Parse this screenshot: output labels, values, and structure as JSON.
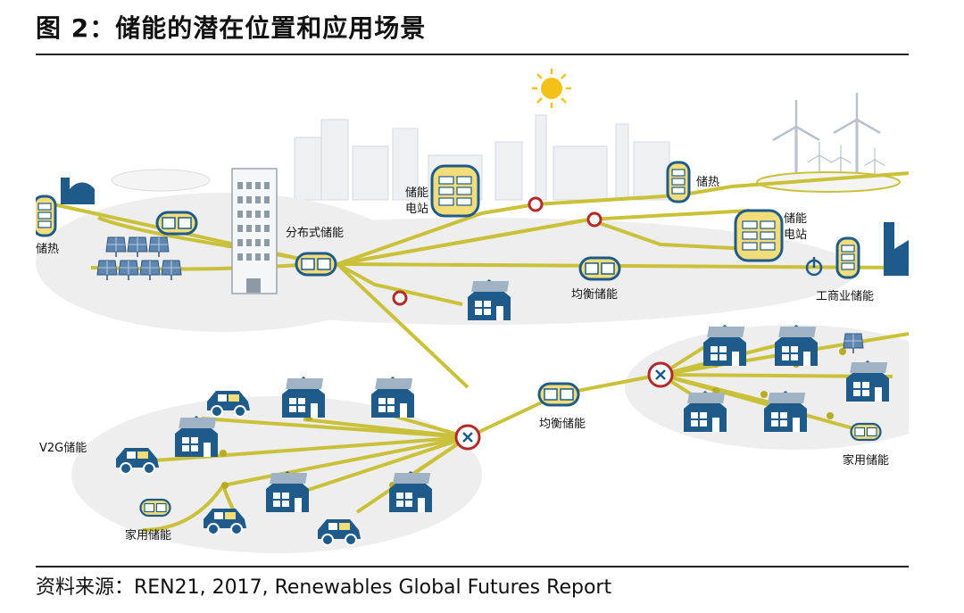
{
  "figure": {
    "title": "图 2：储能的潜在位置和应用场景",
    "source": "资料来源：REN21, 2017, Renewables Global Futures Report"
  },
  "labels": {
    "heat_storage_left": "储热",
    "storage_station_top": [
      "储能",
      "电站"
    ],
    "heat_storage_right": "储热",
    "storage_station_right": [
      "储能",
      "电站"
    ],
    "distributed_storage": "分布式储能",
    "balance_storage_center": "均衡储能",
    "commercial_storage": "工商业储能",
    "balance_storage_mid": "均衡储能",
    "v2g_storage": "V2G储能",
    "home_storage_left": "家用储能",
    "home_storage_right": "家用储能"
  },
  "colors": {
    "line": "#c9c13a",
    "blue": "#1f5b8a",
    "node_red": "#b22a2a",
    "battery_fill": "#f3dc7a",
    "sun": "#f2c21b"
  }
}
